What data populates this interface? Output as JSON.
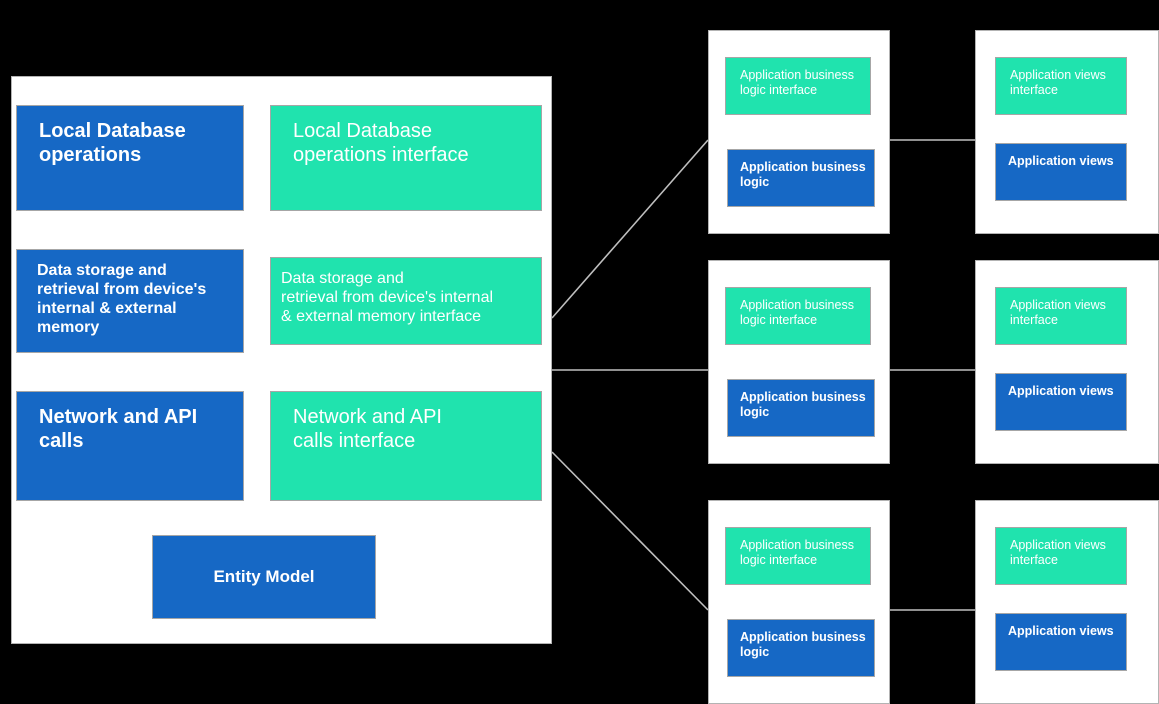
{
  "diagram": {
    "title": "Layered application architecture diagram",
    "colors": {
      "blue": "#1668c5",
      "green": "#20e3ae",
      "panel_background": "#ffffff",
      "canvas_background": "#000000",
      "box_border": "#a6a6a6",
      "connector": "#bfbfbf",
      "text": "#ffffff"
    }
  },
  "left_panel": {
    "name": "data-layer-panel",
    "boxes": [
      {
        "id": "local-db-operations",
        "label": "Local Database\noperations",
        "color": "blue"
      },
      {
        "id": "local-db-operations-interface",
        "label": "Local Database\noperations interface",
        "color": "green"
      },
      {
        "id": "data-storage-retrieval",
        "label": "Data storage and\nretrieval from device's\ninternal & external\nmemory",
        "color": "blue"
      },
      {
        "id": "data-storage-retrieval-interface",
        "label": "Data storage and\nretrieval from device's internal\n& external memory interface",
        "color": "green"
      },
      {
        "id": "network-api-calls",
        "label": "Network and API\ncalls",
        "color": "blue"
      },
      {
        "id": "network-api-calls-interface",
        "label": "Network and API\ncalls interface",
        "color": "green"
      },
      {
        "id": "entity-model",
        "label": "Entity Model",
        "color": "blue"
      }
    ]
  },
  "right_groups": [
    {
      "id": "group-1",
      "logic_panel": {
        "name": "business-logic-panel-1",
        "boxes": [
          {
            "id": "app-business-logic-interface-1",
            "label": "Application business\nlogic interface",
            "color": "green"
          },
          {
            "id": "app-business-logic-1",
            "label": "Application business\nlogic",
            "color": "blue"
          }
        ]
      },
      "views_panel": {
        "name": "views-panel-1",
        "boxes": [
          {
            "id": "app-views-interface-1",
            "label": "Application views\ninterface",
            "color": "green"
          },
          {
            "id": "app-views-1",
            "label": "Application views",
            "color": "blue"
          }
        ]
      }
    },
    {
      "id": "group-2",
      "logic_panel": {
        "name": "business-logic-panel-2",
        "boxes": [
          {
            "id": "app-business-logic-interface-2",
            "label": "Application business\nlogic interface",
            "color": "green"
          },
          {
            "id": "app-business-logic-2",
            "label": "Application business\nlogic",
            "color": "blue"
          }
        ]
      },
      "views_panel": {
        "name": "views-panel-2",
        "boxes": [
          {
            "id": "app-views-interface-2",
            "label": "Application views\ninterface",
            "color": "green"
          },
          {
            "id": "app-views-2",
            "label": "Application views",
            "color": "blue"
          }
        ]
      }
    },
    {
      "id": "group-3",
      "logic_panel": {
        "name": "business-logic-panel-3",
        "boxes": [
          {
            "id": "app-business-logic-interface-3",
            "label": "Application business\nlogic interface",
            "color": "green"
          },
          {
            "id": "app-business-logic-3",
            "label": "Application business\nlogic",
            "color": "blue"
          }
        ]
      },
      "views_panel": {
        "name": "views-panel-3",
        "boxes": [
          {
            "id": "app-views-interface-3",
            "label": "Application views\ninterface",
            "color": "green"
          },
          {
            "id": "app-views-3",
            "label": "Application views",
            "color": "blue"
          }
        ]
      }
    }
  ],
  "connectors": [
    {
      "id": "connector-to-group-1",
      "from": "data-layer-panel",
      "to": "business-logic-panel-1"
    },
    {
      "id": "connector-to-group-2",
      "from": "data-layer-panel",
      "to": "business-logic-panel-2"
    },
    {
      "id": "connector-to-group-3",
      "from": "data-layer-panel",
      "to": "business-logic-panel-3"
    },
    {
      "id": "connector-logic-views-1",
      "from": "business-logic-panel-1",
      "to": "views-panel-1"
    },
    {
      "id": "connector-logic-views-2",
      "from": "business-logic-panel-2",
      "to": "views-panel-2"
    },
    {
      "id": "connector-logic-views-3",
      "from": "business-logic-panel-3",
      "to": "views-panel-3"
    }
  ]
}
